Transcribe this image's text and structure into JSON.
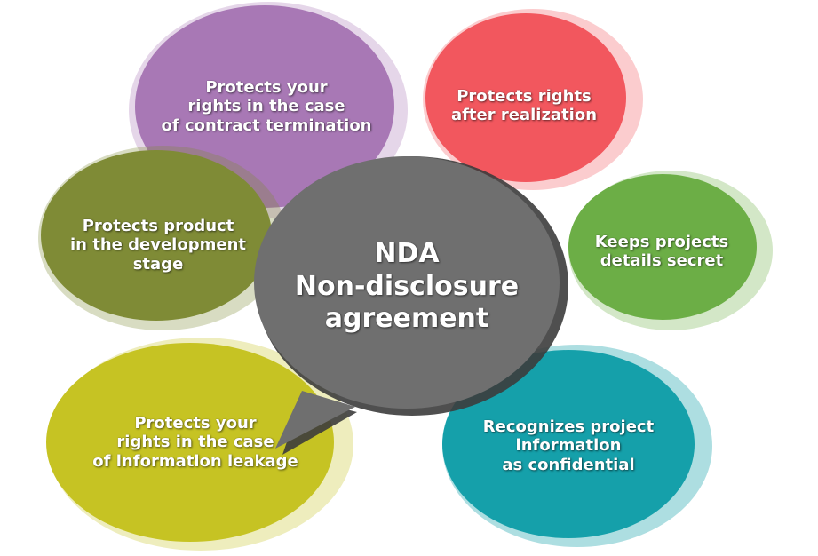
{
  "center": {
    "lines": [
      "NDA",
      "Non-disclosure",
      "agreement"
    ],
    "color": "#6f6f6f"
  },
  "bubbles": {
    "termination": {
      "lines": [
        "Protects your",
        "rights in the case",
        "of contract termination"
      ],
      "color": "#a878b5"
    },
    "realization": {
      "lines": [
        "Protects rights",
        "after realization"
      ],
      "color": "#f2575e"
    },
    "development": {
      "lines": [
        "Protects product",
        "in the development",
        "stage"
      ],
      "color": "#7f8b36"
    },
    "secret": {
      "lines": [
        "Keeps projects",
        "details secret"
      ],
      "color": "#6cae46"
    },
    "leakage": {
      "lines": [
        "Protects your",
        "rights in the case",
        "of information leakage"
      ],
      "color": "#c6c323"
    },
    "confidential": {
      "lines": [
        "Recognizes project",
        "information",
        "as confidential"
      ],
      "color": "#15a0aa"
    }
  }
}
